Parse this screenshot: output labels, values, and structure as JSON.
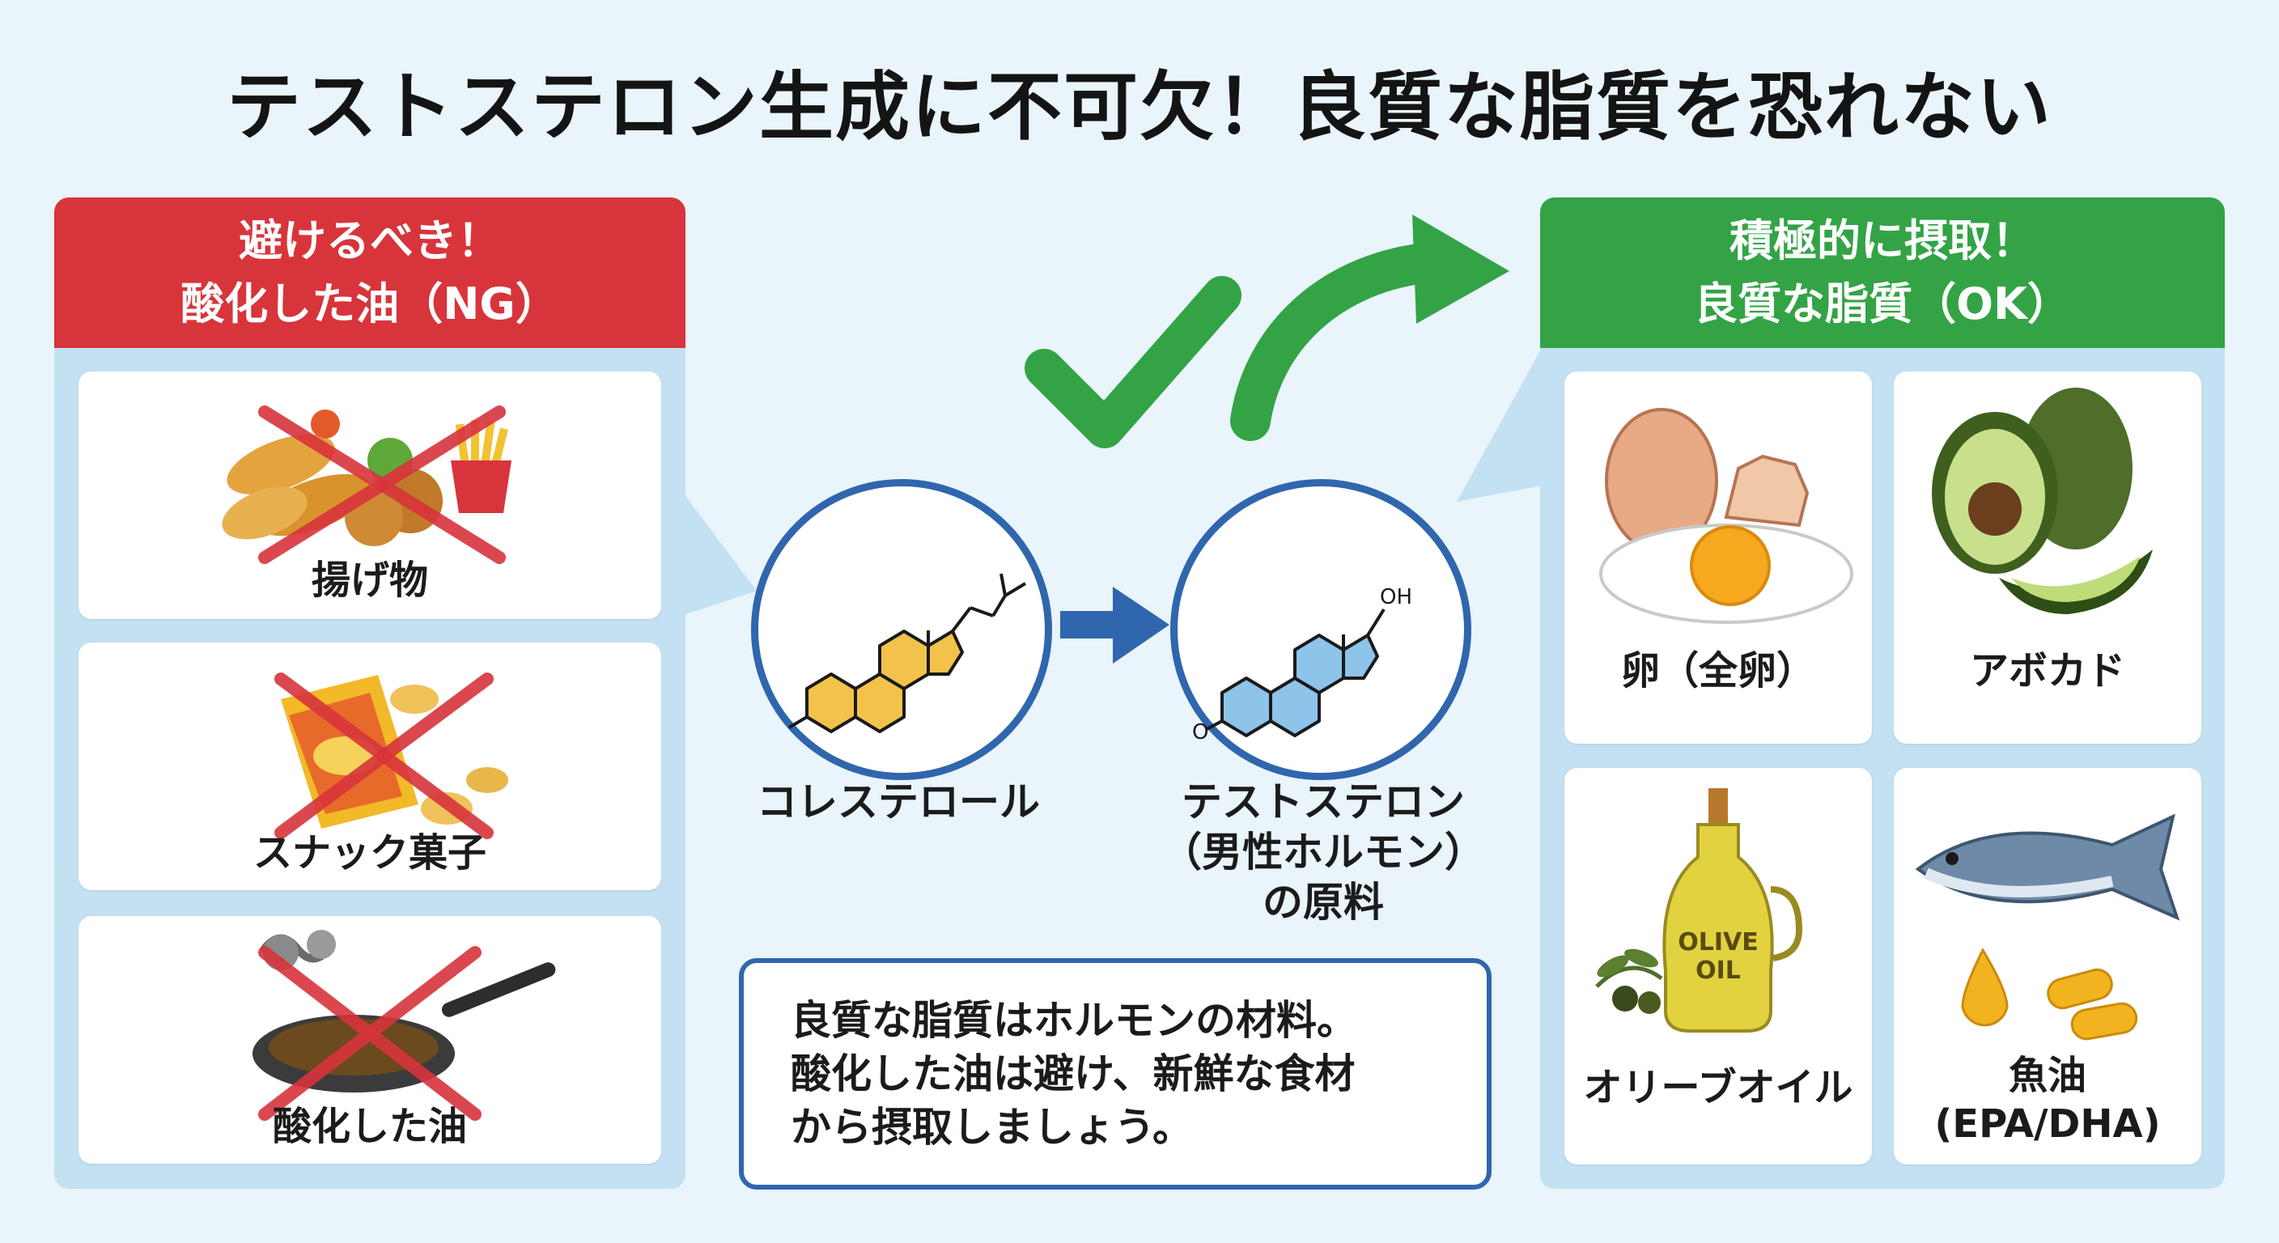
{
  "title": "テストステロン生成に不可欠！良質な脂質を恐れない",
  "ng_panel": {
    "header_line1": "避けるべき！",
    "header_line2": "酸化した油（NG）",
    "items": [
      {
        "label": "揚げ物",
        "icon": "fried-food-icon"
      },
      {
        "label": "スナック菓子",
        "icon": "snack-chips-icon"
      },
      {
        "label": "酸化した油",
        "icon": "smoking-frying-pan-icon"
      }
    ]
  },
  "center": {
    "cholesterol_label": "コレステロール",
    "testosterone_line1": "テストステロン",
    "testosterone_line2": "（男性ホルモン）",
    "testosterone_line3": "の原料",
    "oh_label": "OH",
    "o_label": "O",
    "note_line1": "良質な脂質はホルモンの材料。",
    "note_line2": "酸化した油は避け、新鮮な食材",
    "note_line3": "から摂取しましょう。"
  },
  "ok_panel": {
    "header_line1": "積極的に摂取！",
    "header_line2": "良質な脂質（OK）",
    "items": [
      {
        "label": "卵（全卵）",
        "icon": "egg-icon"
      },
      {
        "label": "アボカド",
        "icon": "avocado-icon"
      },
      {
        "label": "オリーブオイル",
        "icon": "olive-oil-bottle-icon"
      },
      {
        "label": "魚油",
        "label2": "(EPA/DHA)",
        "icon": "fish-oil-icon"
      }
    ],
    "olive_bottle_text1": "OLIVE",
    "olive_bottle_text2": "OIL"
  },
  "colors": {
    "ng_red": "#d8343b",
    "ok_green": "#33a346",
    "accent_blue": "#2f66ad",
    "panel_bg": "#c4e0f3",
    "page_bg": "#e9f4fb"
  }
}
